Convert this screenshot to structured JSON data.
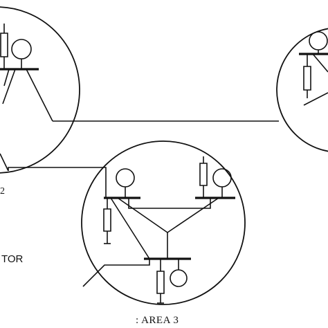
{
  "labels": {
    "area_3": ": AREA 3",
    "generator_fragment": "TOR",
    "area_2_fragment": "2"
  },
  "colors": {
    "stroke": "#111111",
    "background": "#ffffff"
  }
}
